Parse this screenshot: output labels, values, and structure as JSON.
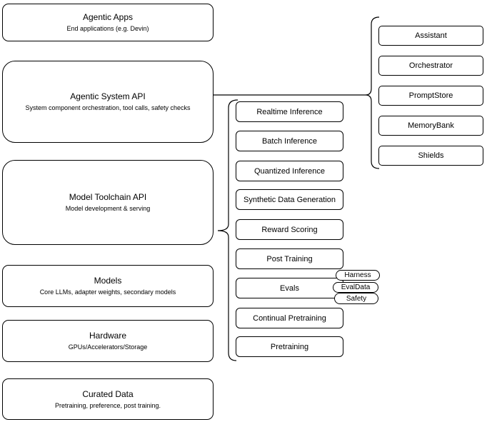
{
  "diagram": {
    "left_stack": [
      {
        "title": "Agentic Apps",
        "subtitle": "End applications (e.g. Devin)"
      },
      {
        "title": "Agentic System API",
        "subtitle": "System component orchestration, tool calls, safety checks"
      },
      {
        "title": "Model Toolchain API",
        "subtitle": "Model development & serving"
      },
      {
        "title": "Models",
        "subtitle": "Core LLMs, adapter weights, secondary models"
      },
      {
        "title": "Hardware",
        "subtitle": "GPUs/Accelerators/Storage"
      },
      {
        "title": "Curated Data",
        "subtitle": "Pretraining, preference, post training."
      }
    ],
    "toolchain_items": [
      "Realtime Inference",
      "Batch Inference",
      "Quantized Inference",
      "Synthetic Data Generation",
      "Reward Scoring",
      "Post Training",
      "Evals",
      "Continual Pretraining",
      "Pretraining"
    ],
    "eval_tags": [
      "Harness",
      "EvalData",
      "Safety"
    ],
    "system_components": [
      "Assistant",
      "Orchestrator",
      "PromptStore",
      "MemoryBank",
      "Shields"
    ],
    "colors": {
      "stroke": "#000000",
      "background": "#ffffff",
      "text": "#000000"
    }
  }
}
